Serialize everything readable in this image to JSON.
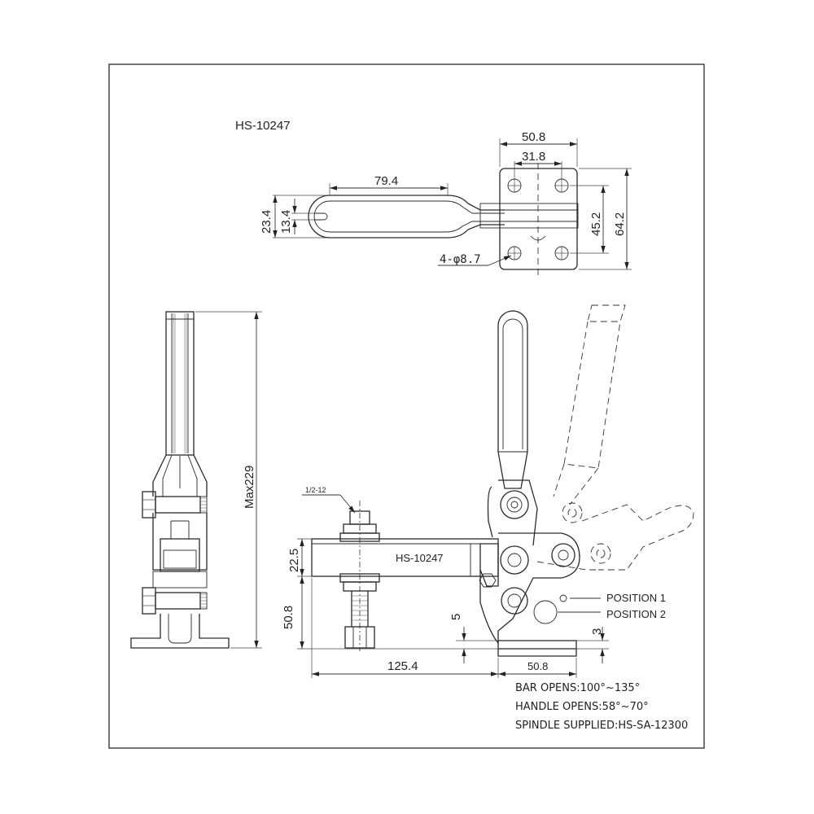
{
  "title": "HS-10247",
  "bar_label": "HS-10247",
  "thread_label": "1/2-12",
  "top_view": {
    "dims": {
      "overall_width": "50.8",
      "hole_spacing_x": "31.8",
      "handle_length": "79.4",
      "outer_width": "23.4",
      "inner_width": "13.4",
      "hole_spacing_y": "45.2",
      "overall_height": "64.2",
      "holes": "4-φ8.7"
    }
  },
  "side_view": {
    "dims": {
      "max_height": "Max229"
    }
  },
  "front_view": {
    "dims": {
      "bar_height": "22.5",
      "spindle_height": "50.8",
      "gap": "5",
      "base_thickness": "3",
      "reach": "125.4",
      "base_length": "50.8"
    },
    "positions": [
      "POSITION 1",
      "POSITION 2"
    ]
  },
  "notes": [
    "BAR OPENS:100°~135°",
    "HANDLE OPENS:58°~70°",
    "SPINDLE SUPPLIED:HS-SA-12300"
  ]
}
